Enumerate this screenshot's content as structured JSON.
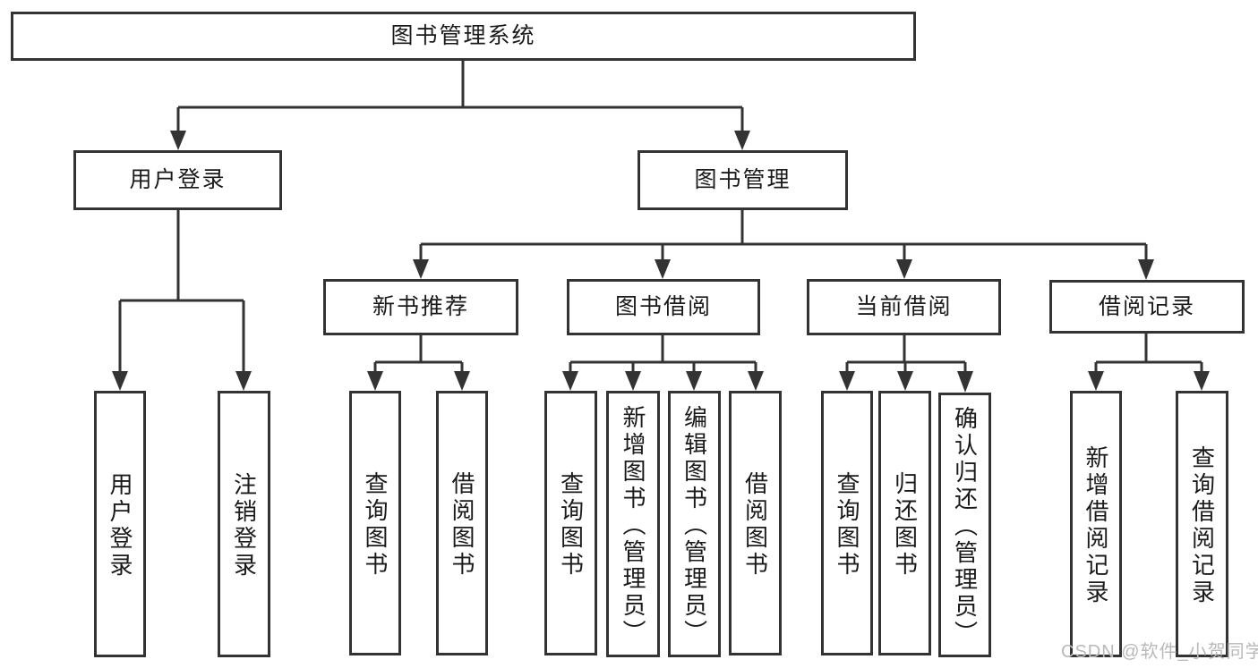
{
  "diagram": {
    "root": "图书管理系统",
    "user_login": {
      "label": "用户登录",
      "children": [
        "用户登录",
        "注销登录"
      ]
    },
    "book_mgmt": {
      "label": "图书管理",
      "groups": [
        {
          "label": "新书推荐",
          "children": [
            "查询图书",
            "借阅图书"
          ]
        },
        {
          "label": "图书借阅",
          "children": [
            "查询图书",
            "新增图书（管理员）",
            "编辑图书（管理员）",
            "借阅图书"
          ]
        },
        {
          "label": "当前借阅",
          "children": [
            "查询图书",
            "归还图书",
            "确认归还（管理员）"
          ]
        },
        {
          "label": "借阅记录",
          "children": [
            "新增借阅记录",
            "查询借阅记录"
          ]
        }
      ]
    }
  },
  "watermark": "CSDN @软件_小贺同学",
  "colors": {
    "line": "#333333",
    "text": "#1a1a1a",
    "background": "#ffffff",
    "watermark": "#b9b9b9"
  }
}
